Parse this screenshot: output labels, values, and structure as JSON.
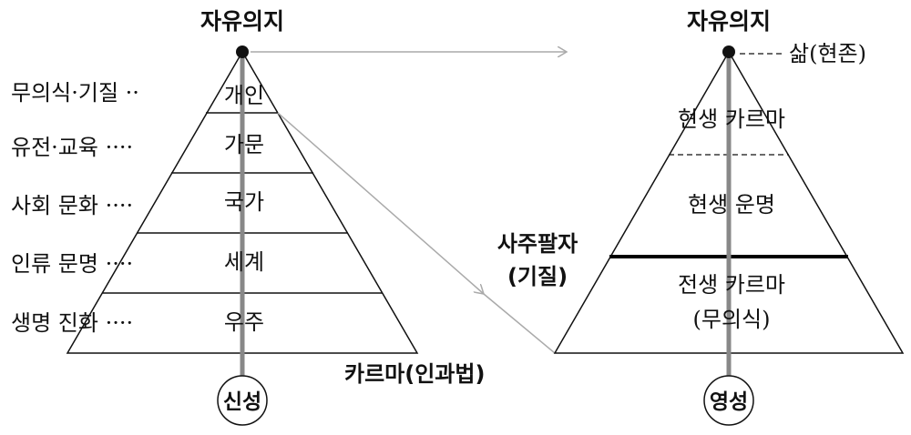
{
  "left": {
    "title": "자유의지",
    "layers": [
      "개인",
      "가문",
      "국가",
      "세계",
      "우주"
    ],
    "side_labels": [
      "무의식·기질 ··",
      "유전·교육 ····",
      "사회 문화 ····",
      "인류 문명 ····",
      "생명 진화 ····"
    ],
    "base_label": "카르마(인과법)",
    "root_label": "신성"
  },
  "right": {
    "title": "자유의지",
    "top_note": "삶(현존)",
    "upper_label": "현생 카르마",
    "middle_label": "현생 운명",
    "side_label_line1": "사주팔자",
    "side_label_line2": "(기질)",
    "lower_label_line1": "전생 카르마",
    "lower_label_line2": "(무의식)",
    "root_label": "영성"
  },
  "colors": {
    "line": "#111111",
    "axis": "#888888",
    "arrow": "#aaaaaa"
  }
}
